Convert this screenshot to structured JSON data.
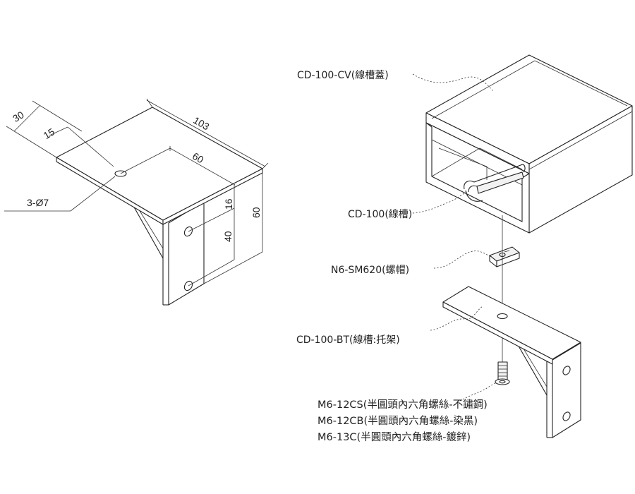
{
  "dimensions": {
    "d30": "30",
    "d15": "15",
    "d103": "103",
    "d60_top": "60",
    "d16": "16",
    "d40": "40",
    "d60_side": "60",
    "holes": "3-Ø7"
  },
  "labels": {
    "cover": "CD-100-CV(線槽蓋)",
    "duct": "CD-100(線槽)",
    "nut": "N6-SM620(螺帽)",
    "bracket": "CD-100-BT(線槽:托架)",
    "screws": [
      "M6-12CS(半圓頭內六角螺絲-不鏽鋼)",
      "M6-12CB(半圓頭內六角螺絲-染黑)",
      "M6-13C(半圓頭內六角螺絲-鍍鋅)"
    ]
  }
}
